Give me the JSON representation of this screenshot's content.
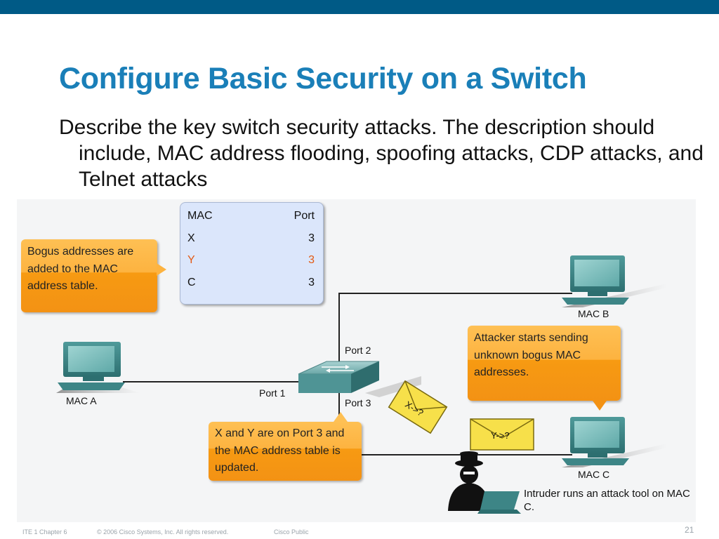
{
  "slide": {
    "title": "Configure Basic Security on a Switch",
    "body": "Describe the key switch security attacks. The description should include, MAC address flooding, spoofing attacks, CDP attacks, and Telnet attacks"
  },
  "mac_table": {
    "header": [
      "MAC",
      "Port"
    ],
    "rows": [
      {
        "mac": "X",
        "port": "3"
      },
      {
        "mac": "Y",
        "port": "3"
      },
      {
        "mac": "C",
        "port": "3"
      }
    ]
  },
  "callouts": {
    "bogus": "Bogus addresses are added to the MAC address table.",
    "attacker": "Attacker starts sending unknown bogus MAC addresses.",
    "updated": "X and Y are on Port 3 and the MAC address table is updated."
  },
  "labels": {
    "mac_a": "MAC A",
    "mac_b": "MAC B",
    "mac_c": "MAC C",
    "port1": "Port 1",
    "port2": "Port 2",
    "port3": "Port 3",
    "envelope_x": "X->?",
    "envelope_y": "Y->?",
    "intruder": "Intruder runs an attack tool on MAC C."
  },
  "footer": {
    "course": "ITE 1 Chapter 6",
    "copyright": "© 2006 Cisco Systems, Inc. All rights reserved.",
    "classification": "Cisco Public",
    "page": "21"
  },
  "colors": {
    "header_bar": "#005a86",
    "title": "#1a7fb8",
    "callout_orange": "#f7a21e",
    "table_blue": "#dbe6fb",
    "highlight": "#e35a14",
    "envelope": "#f7e04a"
  }
}
